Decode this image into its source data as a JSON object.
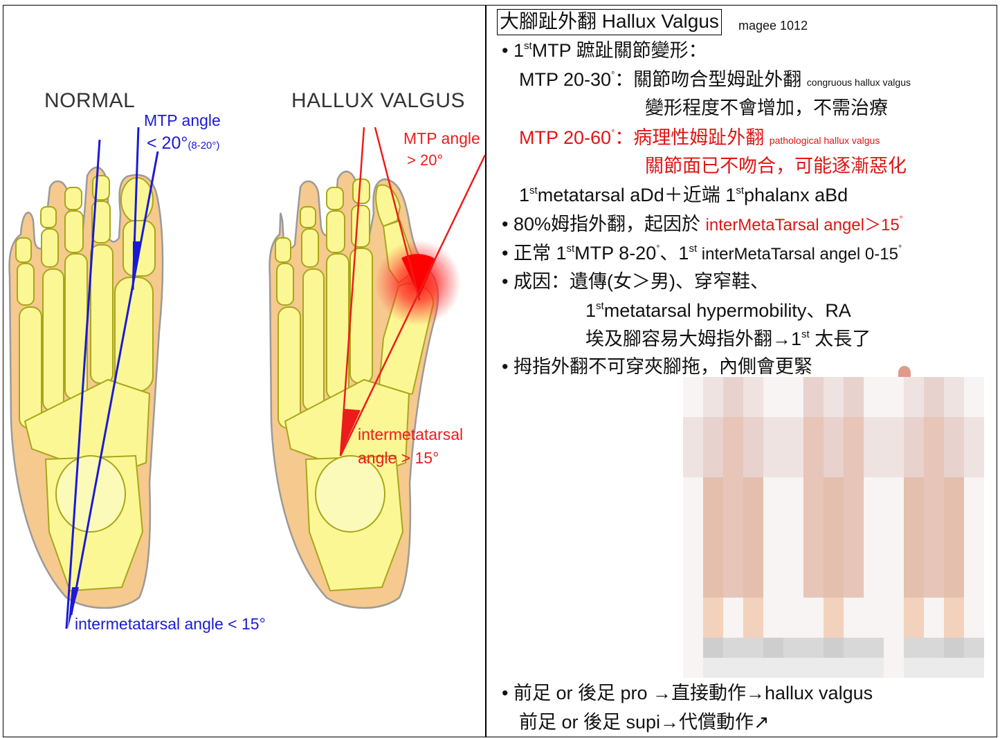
{
  "left_figure": {
    "normal": {
      "heading": "NORMAL",
      "mtp_label_line1": "MTP angle",
      "mtp_label_line2": "< 20°",
      "mtp_label_range": "(8-20°)",
      "intermetatarsal_label": "intermetatarsal angle < 15°",
      "line_color": "#1a1ad6"
    },
    "hallux_valgus": {
      "heading": "HALLUX VALGUS",
      "mtp_label_line1": "MTP angle",
      "mtp_label_line2": "> 20°",
      "intermetatarsal_label_line1": "intermetatarsal",
      "intermetatarsal_label_line2": "angle > 15°",
      "line_color": "#ec1c1c"
    },
    "colors": {
      "skin": "#f6c98e",
      "bone": "#fbf794",
      "bone_outline": "#a8a61a",
      "outline": "#9a9a9a"
    }
  },
  "notes": {
    "title": "大腳趾外翻 Hallux Valgus",
    "source": "magee 1012",
    "bullet": "•",
    "items": {
      "b1_pre": "1",
      "b1_sup": "st",
      "b1_text": "MTP 蹠趾關節變形：",
      "mtp1_label": "MTP 20-30",
      "mtp1_deg": "°",
      "mtp1_text": "：關節吻合型姆趾外翻",
      "mtp1_en": "congruous hallux valgus",
      "mtp1_line2": "變形程度不會增加，不需治療",
      "mtp2_label": "MTP 20-60",
      "mtp2_deg": "°",
      "mtp2_text": "：病理性姆趾外翻",
      "mtp2_en": "pathological hallux valgus",
      "mtp2_line2": "關節面已不吻合，可能逐漸惡化",
      "add_pre": "1",
      "add_sup": "st",
      "add_text1": "metatarsal aDd＋近端 1",
      "add_sup2": "st",
      "add_text2": "phalanx aBd",
      "b2_text": "80%姆指外翻，起因於 ",
      "b2_red": "interMetaTarsal angel＞15",
      "b2_deg": "°",
      "b3_text1": "正常 1",
      "b3_sup1": "st",
      "b3_text2": "MTP 8-20",
      "b3_deg1": "°",
      "b3_text3": "、1",
      "b3_sup2": "st",
      "b3_text4": " interMetaTarsal angel 0-15",
      "b3_deg2": "°",
      "b4_text": "成因：遺傳(女＞男)、穿窄鞋、",
      "b4_l2_pre": "1",
      "b4_l2_sup": "st",
      "b4_l2_text": "metatarsal hypermobility、RA",
      "b4_l3_text": "埃及腳容易大姆指外翻→1",
      "b4_l3_sup": "st",
      "b4_l3_end": " 太長了",
      "b5_text": "拇指外翻不可穿夾腳拖，內側會更緊",
      "b6_text": "前足 or 後足 pro →直接動作→hallux valgus",
      "b6_line2": "前足 or 後足 supi→代償動作↗"
    },
    "red_color": "#e01414"
  },
  "photo": {
    "description": "pixelated photo of feet",
    "columns": 15,
    "rows": 15,
    "palette": [
      "#ffffff",
      "#f7f4f3",
      "#efe3e2",
      "#e8d2cd",
      "#e7c5b8",
      "#e4bfad",
      "#f2d2bd",
      "#d8d8d8",
      "#cecece",
      "#ebebeb"
    ]
  }
}
